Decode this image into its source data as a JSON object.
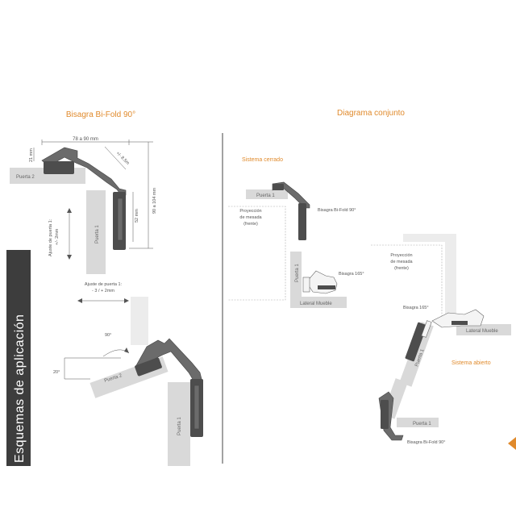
{
  "left_section": {
    "title": "Bisagra Bi-Fold 90°",
    "dims": {
      "width": "78 a 90 mm",
      "top": "21 mm",
      "diag": "+/- 8.5m",
      "height": "90 a 104 mm",
      "mid": "52 mm"
    },
    "adjust_vertical": [
      "Ajuste de puerta 1:",
      "+/- 2mm"
    ],
    "adjust_horizontal": [
      "Ajuste de puerta 1:",
      "- 3 / + 2mm"
    ],
    "angle_90": "90°",
    "angle_20": "20°",
    "puerta1": "Puerta 1",
    "puerta2": "Puerta 2"
  },
  "right_section": {
    "title": "Diagrama conjunto",
    "sistema_cerrado": "Sistema cerrado",
    "sistema_abierto": "Sistema abierto",
    "proyeccion": [
      "Proyección",
      "de mesada",
      "(frente)"
    ],
    "bisagra_bifold": "Bisagra Bi-Fold 90°",
    "bisagra_165": "Bisagra 165°",
    "lateral_mueble": "Lateral Mueble",
    "puerta1": "Puerta 1"
  },
  "sidebar": {
    "label": "Esquemas de aplicación",
    "bg_color": "#3d3d3d"
  },
  "colors": {
    "accent": "#e08a2c"
  }
}
